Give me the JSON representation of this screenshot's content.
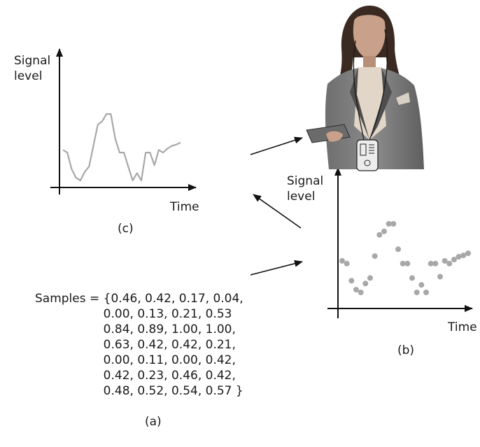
{
  "panel_c": {
    "ylabel": "Signal level",
    "xlabel": "Time",
    "caption": "(c)"
  },
  "panel_b": {
    "ylabel": "Signal level",
    "xlabel": "Time",
    "caption": "(b)"
  },
  "panel_a": {
    "prefix": "Samples = ",
    "lines": [
      "{0.46, 0.42, 0.17, 0.04,",
      "0.00, 0.13, 0.21, 0.53",
      "0.84, 0.89, 1.00, 1.00,",
      "0.63, 0.42, 0.42, 0.21,",
      "0.00, 0.11, 0.00, 0.42,",
      "0.42, 0.23, 0.46, 0.42,",
      "0.48, 0.52, 0.54, 0.57 }"
    ],
    "caption": "(a)"
  },
  "colors": {
    "signal": "#a8a8a8",
    "axes": "#111111"
  },
  "chart_data": {
    "type": "line",
    "xlabel": "Time",
    "ylabel": "Signal level",
    "x": [
      0,
      1,
      2,
      3,
      4,
      5,
      6,
      7,
      8,
      9,
      10,
      11,
      12,
      13,
      14,
      15,
      16,
      17,
      18,
      19,
      20,
      21,
      22,
      23,
      24,
      25,
      26,
      27
    ],
    "series": [
      {
        "values": [
          0.46,
          0.42,
          0.17,
          0.04,
          0.0,
          0.13,
          0.21,
          0.53,
          0.84,
          0.89,
          1.0,
          1.0,
          0.63,
          0.42,
          0.42,
          0.21,
          0.0,
          0.11,
          0.0,
          0.42,
          0.42,
          0.23,
          0.46,
          0.42,
          0.48,
          0.52,
          0.54,
          0.57
        ]
      }
    ],
    "ylim": [
      0,
      1
    ]
  }
}
